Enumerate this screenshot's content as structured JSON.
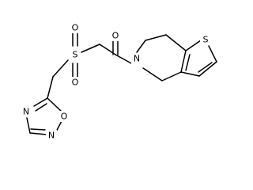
{
  "atoms": [
    {
      "id": "S1",
      "label": "S",
      "color": "#000000"
    },
    {
      "id": "O1",
      "label": "O",
      "color": "#000000"
    },
    {
      "id": "O2",
      "label": "O",
      "color": "#000000"
    },
    {
      "id": "O3",
      "label": "O",
      "color": "#000000"
    },
    {
      "id": "N1",
      "label": "N",
      "color": "#000000"
    },
    {
      "id": "S2",
      "label": "S",
      "color": "#000000"
    },
    {
      "id": "O4",
      "label": "O",
      "color": "#000000"
    },
    {
      "id": "N2",
      "label": "N",
      "color": "#000000"
    },
    {
      "id": "N3",
      "label": "N",
      "color": "#000000"
    }
  ]
}
